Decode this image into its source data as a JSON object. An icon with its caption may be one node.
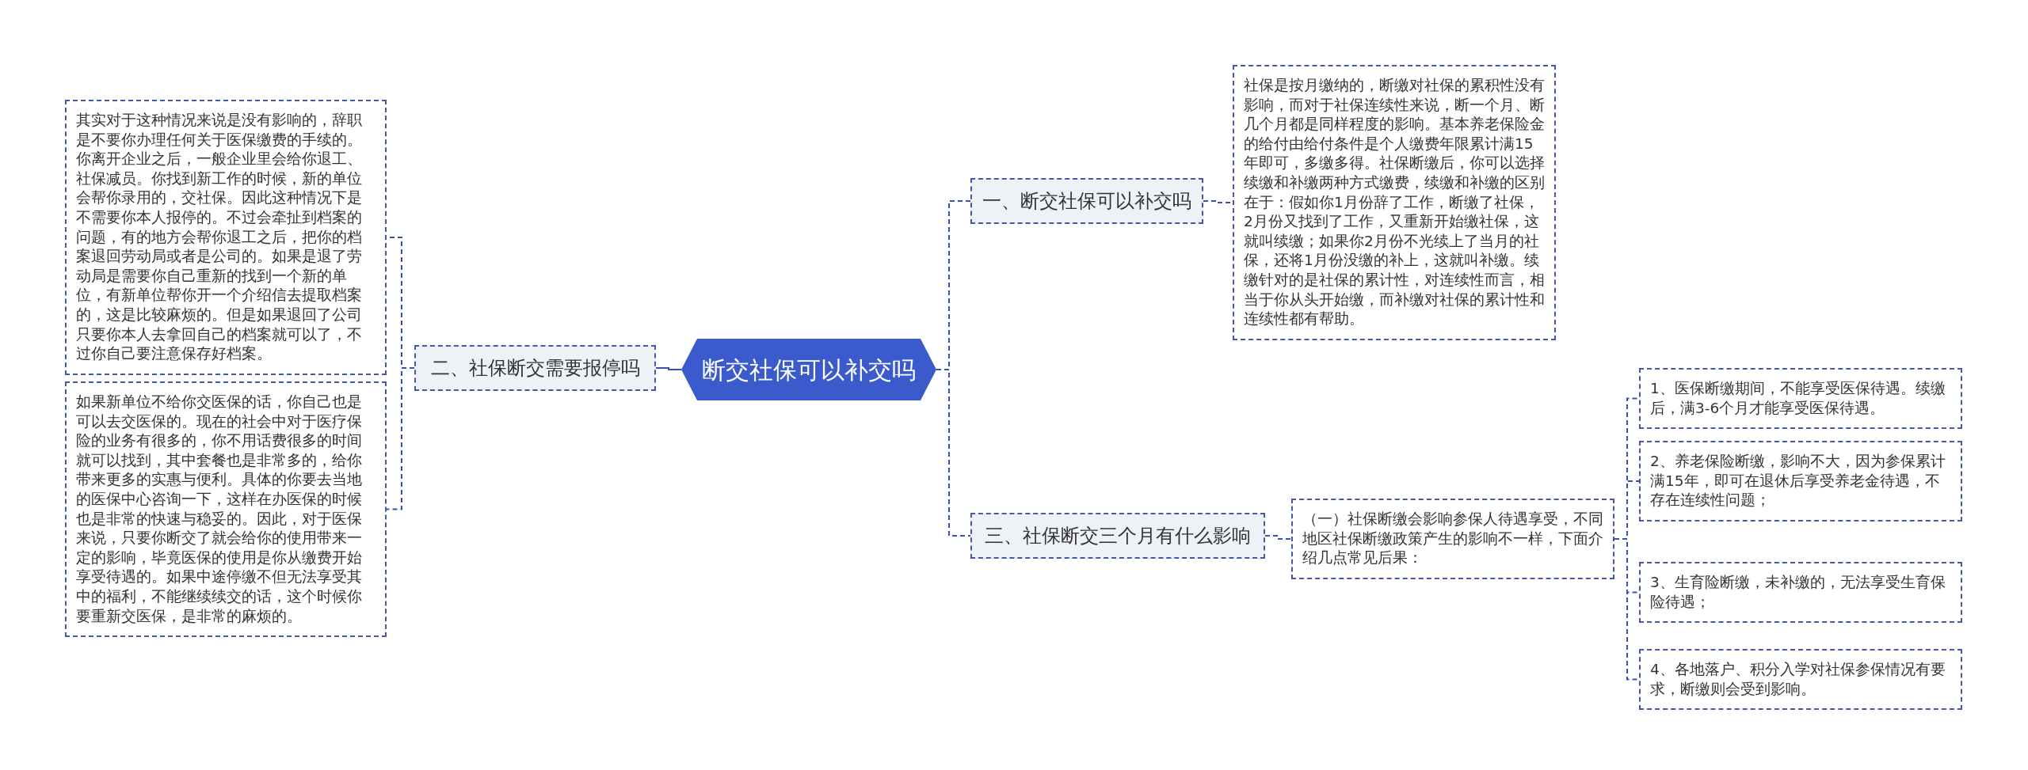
{
  "diagram": {
    "nodes": [
      {
        "text": [
          "断交社保可以补交吗"
        ]
      },
      {
        "text": [
          "一、断交社保可以补交吗"
        ]
      },
      {
        "text": [
          "社保是按月缴纳的，断缴对社保的累积性没有影响，而对于社保连续性来说，断一个月、断几个月都是同样程度的影响。基本养老保险金的给付由给付条件是个人缴费年限累计满15年即可，多缴多得。社保断缴后，你可以选择续缴和补缴两种方式缴费，续缴和补缴的区别在于：假如你1月份辞了工作，断缴了社保，2月份又找到了工作，又重新开始缴社保，这就叫续缴；如果你2月份不光续上了当月的社保，还将1月份没缴的补上，这就叫补缴。续缴针对的是社保的累计性，对连续性而言，相当于你从头开始缴，而补缴对社保的累计性和连续性都有帮助。"
        ]
      },
      {
        "text": [
          "二、社保断交需要报停吗"
        ]
      },
      {
        "text": [
          "其实对于这种情况来说是没有影响的，辞职是不要你办理任何关于医保缴费的手续的。你离开企业之后，一般企业里会给你退工、社保减员。你找到新工作的时候，新的单位会帮你录用的，交社保。因此这种情况下是不需要你本人报停的。不过会牵扯到档案的问题，有的地方会帮你退工之后，把你的档案退回劳动局或者是公司的。如果是退了劳动局是需要你自己重新的找到一个新的单位，有新单位帮你开一个介绍信去提取档案的，这是比较麻烦的。但是如果退回了公司只要你本人去拿回自己的档案就可以了，不过你自己要注意保存好档案。"
        ]
      },
      {
        "text": [
          "如果新单位不给你交医保的话，你自己也是可以去交医保的。现在的社会中对于医疗保险的业务有很多的，你不用话费很多的时间就可以找到，其中套餐也是非常多的，给你带来更多的实惠与便利。具体的你要去当地的医保中心咨询一下，这样在办医保的时候也是非常的快速与稳妥的。因此，对于医保来说，只要你断交了就会给你的使用带来一定的影响，毕竟医保的使用是你从缴费开始享受待遇的。如果中途停缴不但无法享受其中的福利，不能继续续交的话，这个时候你要重新交医保，是非常的麻烦的。"
        ]
      },
      {
        "text": [
          "三、社保断交三个月有什么影响"
        ]
      },
      {
        "text": [
          "（一）社保断缴会影响参保人待遇享受，不同地区社保断缴政策产生的影响不一样，下面介绍几点常见后果："
        ]
      },
      {
        "text": [
          "1、医保断缴期间，不能享受医保待遇。续缴后，满3-6个月才能享受医保待遇。"
        ]
      },
      {
        "text": [
          "2、养老保险断缴，影响不大，因为参保累计满15年，即可在退休后享受养老金待遇，不存在连续性问题；"
        ]
      },
      {
        "text": [
          "3、生育险断缴，未补缴的，无法享受生育保险待遇；"
        ]
      },
      {
        "text": [
          "4、各地落户、积分入学对社保参保情况有要求，断缴则会受到影响。"
        ]
      }
    ],
    "edges": [
      {
        "from": 0,
        "to": 1,
        "arrow": "none",
        "style": "dashed"
      },
      {
        "from": 1,
        "to": 2,
        "arrow": "none",
        "style": "dashed"
      },
      {
        "from": 0,
        "to": 3,
        "arrow": "none"
      },
      {
        "from": 3,
        "to": 4,
        "arrow": "none",
        "style": "dashed"
      },
      {
        "from": 3,
        "to": 5,
        "arrow": "none",
        "style": "dashed"
      },
      {
        "from": 0,
        "to": 6,
        "arrow": "none",
        "style": "dashed"
      },
      {
        "from": 6,
        "to": 7,
        "arrow": "none",
        "style": "dashed"
      },
      {
        "from": 7,
        "to": 8,
        "arrow": "none",
        "style": "dashed"
      },
      {
        "from": 7,
        "to": 9,
        "arrow": "none",
        "style": "dashed"
      },
      {
        "from": 7,
        "to": 10,
        "arrow": "none",
        "style": "dashed"
      },
      {
        "from": 7,
        "to": 11,
        "arrow": "none",
        "style": "dashed"
      }
    ]
  }
}
